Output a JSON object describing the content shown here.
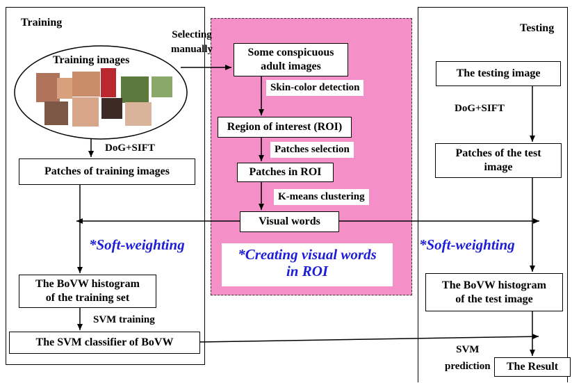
{
  "sections": {
    "training": "Training",
    "testing": "Testing"
  },
  "labels": {
    "selecting_manually": "Selecting\nmanually",
    "dog_sift_train": "DoG+SIFT",
    "dog_sift_test": "DoG+SIFT",
    "skin_color_detection": "Skin-color detection",
    "patches_selection": "Patches selection",
    "kmeans_clustering": "K-means clustering",
    "svm_training": "SVM training",
    "svm_prediction": "SVM\nprediction",
    "soft_weighting_left": "*Soft-weighting",
    "soft_weighting_right": "*Soft-weighting",
    "creating_visual_words": "*Creating visual words\nin ROI"
  },
  "boxes": {
    "training_images": "Training images",
    "patches_training": "Patches of training images",
    "bovw_training": "The BoVW histogram\nof the training set",
    "svm_classifier": "The SVM classifier of BoVW",
    "conspicuous_adult": "Some conspicuous\nadult images",
    "roi": "Region of interest (ROI)",
    "patches_in_roi": "Patches in ROI",
    "visual_words": "Visual words",
    "testing_image": "The testing image",
    "patches_test": "Patches of the test\nimage",
    "bovw_test": "The BoVW histogram\nof the test image",
    "result": "The Result"
  },
  "colors": {
    "roi_panel": "#f58fc8",
    "annotation_blue": "#1d1dd6",
    "line": "#000000"
  }
}
